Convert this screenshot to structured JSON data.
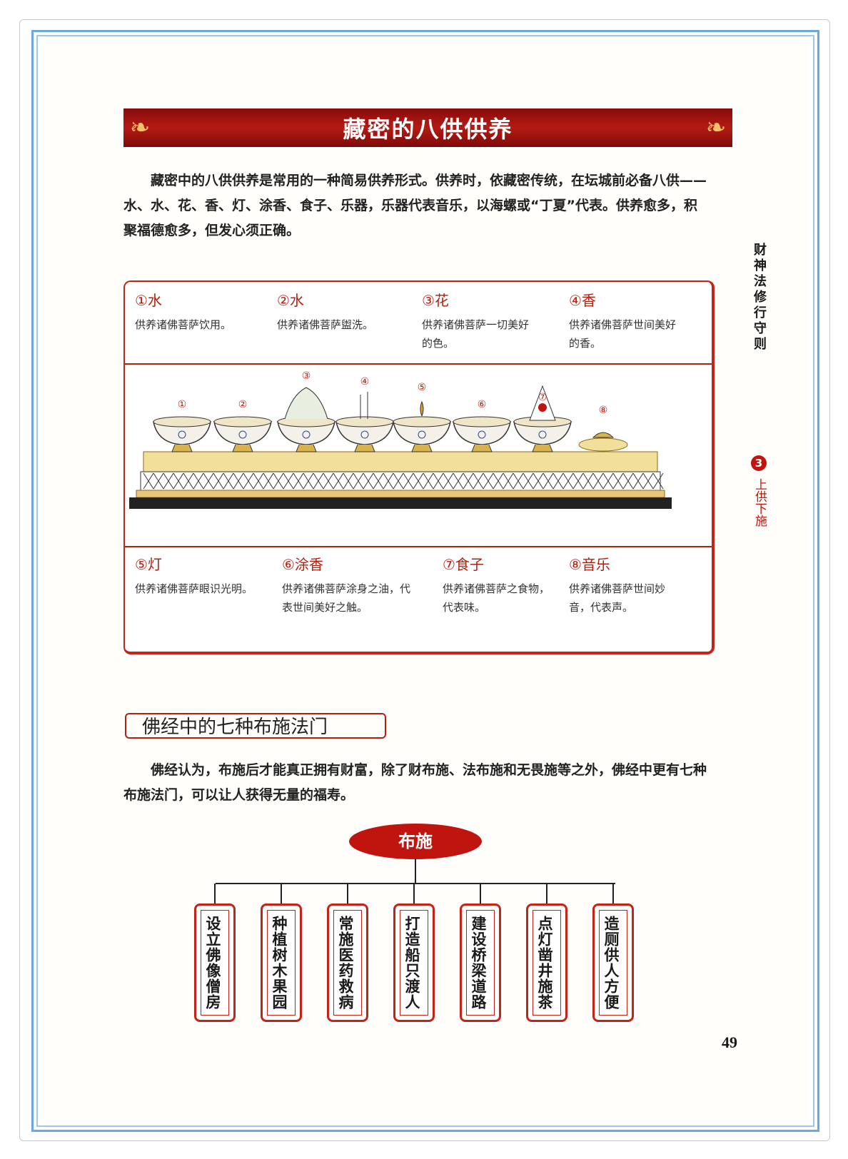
{
  "section1": {
    "title": "藏密的八供供养",
    "paragraph": "藏密中的八供供养是常用的一种简易供养形式。供养时，依藏密传统，在坛城前必备八供——水、水、花、香、灯、涂香、食子、乐器，乐器代表音乐，以海螺或“丁夏”代表。供养愈多，积聚福德愈多，但发心须正确。",
    "offerings_top": [
      {
        "label": "①水",
        "desc": "供养诸佛菩萨饮用。"
      },
      {
        "label": "②水",
        "desc": "供养诸佛菩萨盥洗。"
      },
      {
        "label": "③花",
        "desc": "供养诸佛菩萨一切美好的色。"
      },
      {
        "label": "④香",
        "desc": "供养诸佛菩萨世间美好的香。"
      }
    ],
    "offerings_bottom": [
      {
        "label": "⑤灯",
        "desc": "供养诸佛菩萨眼识光明。"
      },
      {
        "label": "⑥涂香",
        "desc": "供养诸佛菩萨涂身之油，代表世间美好之触。"
      },
      {
        "label": "⑦食子",
        "desc": "供养诸佛菩萨之食物，代表味。"
      },
      {
        "label": "⑧音乐",
        "desc": "供养诸佛菩萨世间妙音，代表声。"
      }
    ],
    "illustration_markers": [
      "①",
      "②",
      "③",
      "④",
      "⑤",
      "⑥",
      "⑦",
      "⑧"
    ]
  },
  "sidebar": {
    "book_section": "财神法修行守则",
    "chapter_number": "3",
    "chapter_title": "上供下施"
  },
  "section2": {
    "title": "佛经中的七种布施法门",
    "paragraph": "佛经认为，布施后才能真正拥有财富，除了财布施、法布施和无畏施等之外，佛经中更有七种布施法门，可以让人获得无量的福寿。",
    "root": "布施",
    "branches": [
      "设立佛像僧房",
      "种植树木果园",
      "常施医药救病",
      "打造船只渡人",
      "建设桥梁道路",
      "点灯凿井施茶",
      "造厕供人方便"
    ]
  },
  "page_number": "49",
  "colors": {
    "accent_red": "#b3200f",
    "frame_blue": "#6aa8e0"
  }
}
